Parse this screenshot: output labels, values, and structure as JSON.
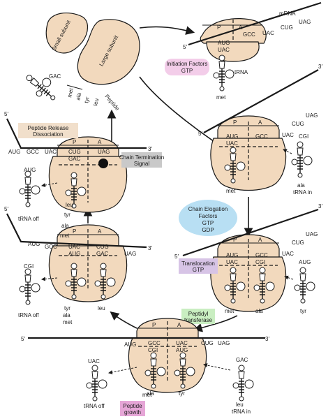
{
  "colors": {
    "ribosome": "#f2d9bd",
    "peptide_release_box": "#f1dfcb",
    "chain_termination_box": "#c9c9c9",
    "initiation_box": "#f3cde9",
    "elongation_ellipse": "#b8dff3",
    "translocation_box": "#d7c4e6",
    "peptidyl_box": "#c9eec1",
    "peptide_growth_box": "#e6a6d7"
  },
  "subunits": {
    "small": "Small subunit",
    "large": "Large subunit"
  },
  "peptide": {
    "residues": [
      "met",
      "ala",
      "tyr",
      "leu"
    ],
    "label": "Peptide",
    "trna_anticodon": "GAC"
  },
  "labels": {
    "mrna": "mRNA",
    "five_prime": "5′",
    "three_prime": "3′",
    "site_p": "P",
    "site_a": "A",
    "trna": "tRNA",
    "trna_in": "tRNA in",
    "trna_off": "tRNA off",
    "initiation": [
      "Initiation Factors",
      "GTP"
    ],
    "elongation": [
      "Chain Elogation",
      "Factors",
      "GTP",
      "GDP"
    ],
    "translocation": [
      "Translocation",
      "GTP"
    ],
    "peptidyl": [
      "Peptidyl",
      "transferase"
    ],
    "peptide_growth": [
      "Peptide",
      "growth"
    ],
    "peptide_release": [
      "Peptide Release",
      "Dissociation"
    ],
    "chain_termination": [
      "Chain Termination",
      "Signal"
    ]
  },
  "codons": {
    "aug": "AUG",
    "gcc": "GCC",
    "uac": "UAC",
    "cug": "CUG",
    "uag": "UAG",
    "cgi": "CGI",
    "gac": "GAC"
  },
  "amino_acids": {
    "met": "met",
    "ala": "ala",
    "tyr": "tyr",
    "leu": "leu"
  }
}
